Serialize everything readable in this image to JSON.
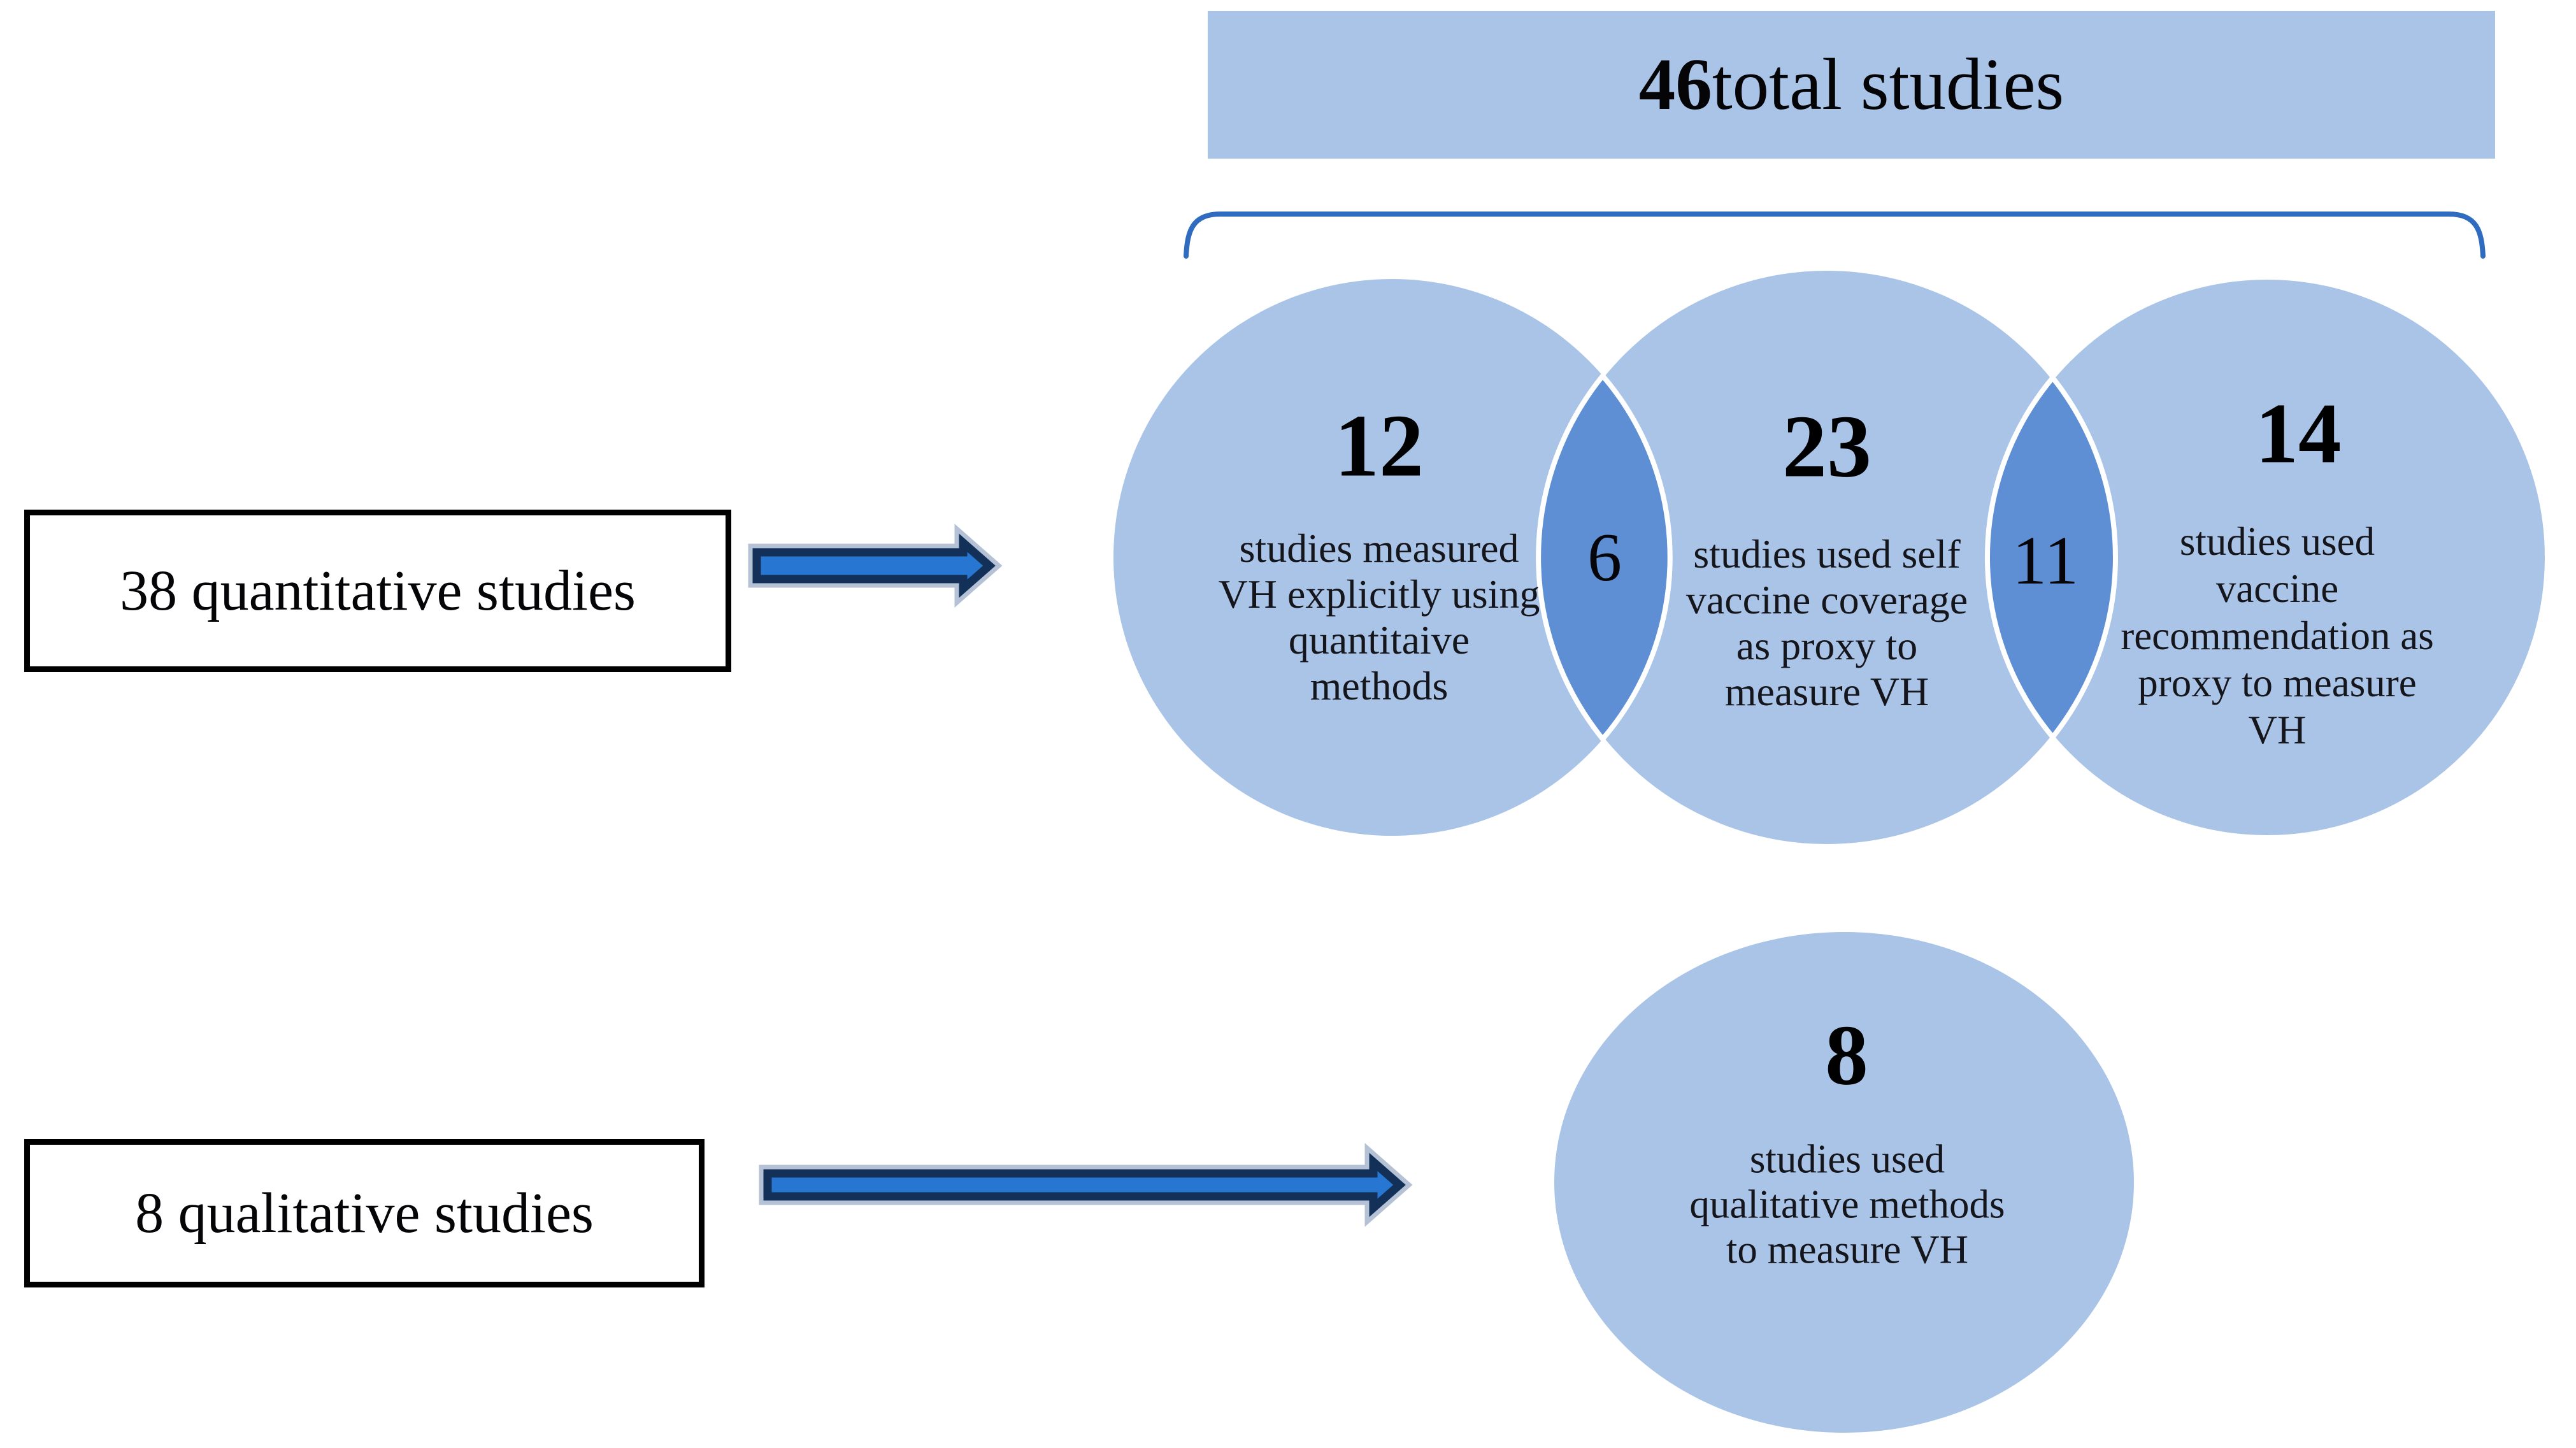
{
  "title_banner": {
    "bold_number": "46",
    "label": " total studies"
  },
  "flow_boxes": {
    "quantitative_label": "38 quantitative studies",
    "qualitative_label": "8 qualitative studies"
  },
  "venn": {
    "circles": [
      {
        "id": "explicit-quantitative",
        "count": "12",
        "lines": [
          "studies measured",
          "VH explicitly using",
          "quantitaive",
          "methods"
        ]
      },
      {
        "id": "self-vaccine-coverage",
        "count": "23",
        "lines": [
          "studies used self",
          "vaccine coverage",
          "as proxy to",
          "measure VH"
        ]
      },
      {
        "id": "vaccine-recommendation",
        "count": "14",
        "lines": [
          "studies used",
          "vaccine",
          "recommendation as",
          "proxy to measure",
          "VH"
        ]
      },
      {
        "id": "qualitative-methods",
        "count": "8",
        "lines": [
          "studies used",
          "qualitative methods",
          "to measure VH"
        ]
      }
    ],
    "overlaps": [
      {
        "between": "12-23",
        "count": "6"
      },
      {
        "between": "23-14",
        "count": "11"
      }
    ]
  },
  "colors": {
    "circle_fill": "#aac4e8",
    "overlap_fill": "#5e8fd4",
    "banner_fill": "#aac4e8",
    "brace_stroke": "#2f6cc0",
    "arrow_fill": "#2776d2",
    "arrow_border": "#133158",
    "arrow_halo": "#b5c1d4",
    "box_border": "#000000",
    "text": "#121216",
    "background": "#ffffff"
  }
}
